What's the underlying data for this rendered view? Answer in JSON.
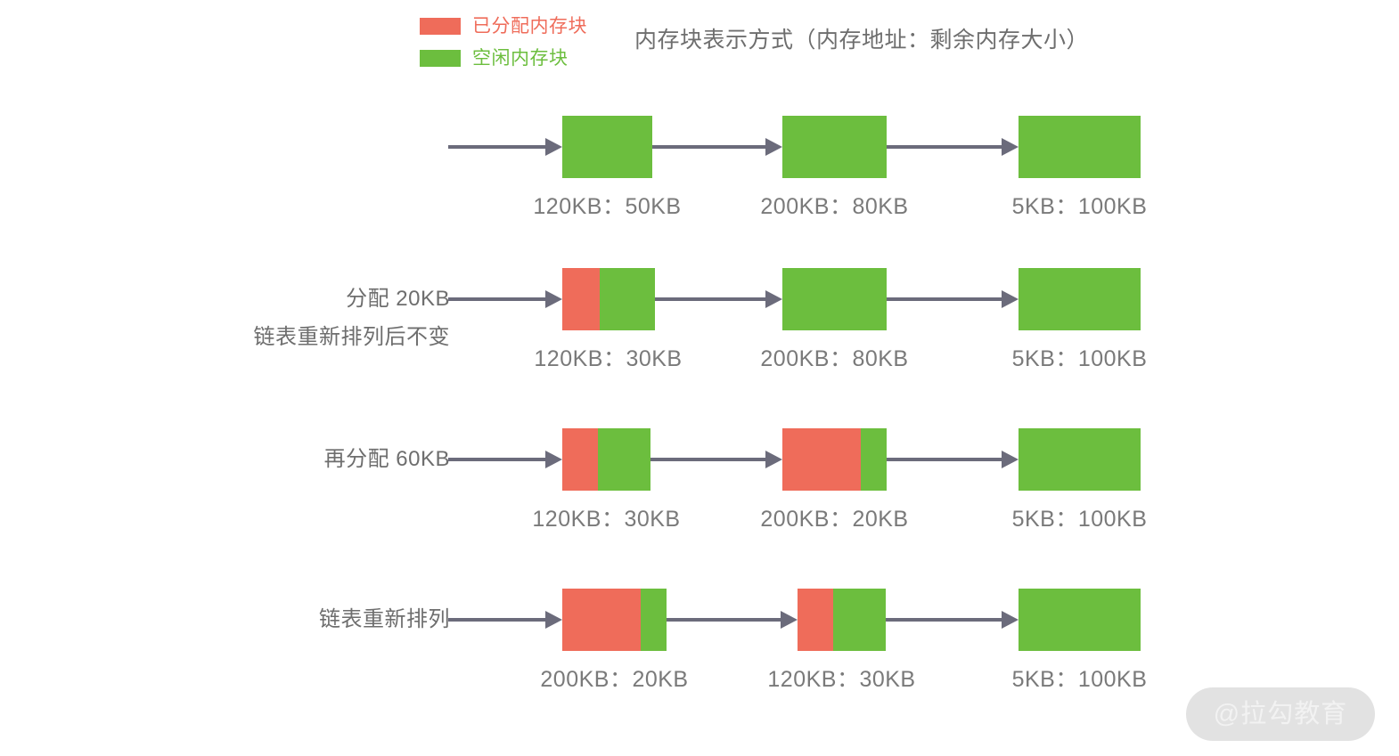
{
  "colors": {
    "allocated": "#EF6C5A",
    "free": "#6CBE3E",
    "arrow": "#6B6B7B",
    "text": "#6E6E6E",
    "caption": "#7A7A7A",
    "background": "#FFFFFF",
    "watermark_pill": "#E2E2E2",
    "watermark_text": "#F2F2F2"
  },
  "legend": {
    "items": [
      {
        "label": "已分配内存块",
        "color": "#EF6C5A",
        "swatch": "allocated-swatch"
      },
      {
        "label": "空闲内存块",
        "color": "#6CBE3E",
        "swatch": "free-swatch"
      }
    ]
  },
  "title": "内存块表示方式（内存地址：剩余内存大小）",
  "watermark": "@拉勾教育",
  "diagram": {
    "type": "linked-list-memory-allocation",
    "rows": [
      {
        "id": "row-initial",
        "label_lines": [],
        "blocks": [
          {
            "caption": "120KB：50KB",
            "address": "120KB",
            "remaining": "50KB",
            "allocated_pct": 0,
            "free_pct": 100
          },
          {
            "caption": "200KB：80KB",
            "address": "200KB",
            "remaining": "80KB",
            "allocated_pct": 0,
            "free_pct": 100
          },
          {
            "caption": "5KB：100KB",
            "address": "5KB",
            "remaining": "100KB",
            "allocated_pct": 0,
            "free_pct": 100
          }
        ]
      },
      {
        "id": "row-allocate-20kb",
        "label_lines": [
          "分配 20KB",
          "链表重新排列后不变"
        ],
        "blocks": [
          {
            "caption": "120KB：30KB",
            "address": "120KB",
            "remaining": "30KB",
            "allocated_pct": 40,
            "free_pct": 60
          },
          {
            "caption": "200KB：80KB",
            "address": "200KB",
            "remaining": "80KB",
            "allocated_pct": 0,
            "free_pct": 100
          },
          {
            "caption": "5KB：100KB",
            "address": "5KB",
            "remaining": "100KB",
            "allocated_pct": 0,
            "free_pct": 100
          }
        ]
      },
      {
        "id": "row-allocate-60kb",
        "label_lines": [
          "再分配 60KB"
        ],
        "blocks": [
          {
            "caption": "120KB：30KB",
            "address": "120KB",
            "remaining": "30KB",
            "allocated_pct": 40,
            "free_pct": 60
          },
          {
            "caption": "200KB：20KB",
            "address": "200KB",
            "remaining": "20KB",
            "allocated_pct": 75,
            "free_pct": 25
          },
          {
            "caption": "5KB：100KB",
            "address": "5KB",
            "remaining": "100KB",
            "allocated_pct": 0,
            "free_pct": 100
          }
        ]
      },
      {
        "id": "row-reorder",
        "label_lines": [
          "链表重新排列"
        ],
        "blocks": [
          {
            "caption": "200KB：20KB",
            "address": "200KB",
            "remaining": "20KB",
            "allocated_pct": 75,
            "free_pct": 25
          },
          {
            "caption": "120KB：30KB",
            "address": "120KB",
            "remaining": "30KB",
            "allocated_pct": 40,
            "free_pct": 60
          },
          {
            "caption": "5KB：100KB",
            "address": "5KB",
            "remaining": "100KB",
            "allocated_pct": 0,
            "free_pct": 100
          }
        ]
      }
    ]
  }
}
